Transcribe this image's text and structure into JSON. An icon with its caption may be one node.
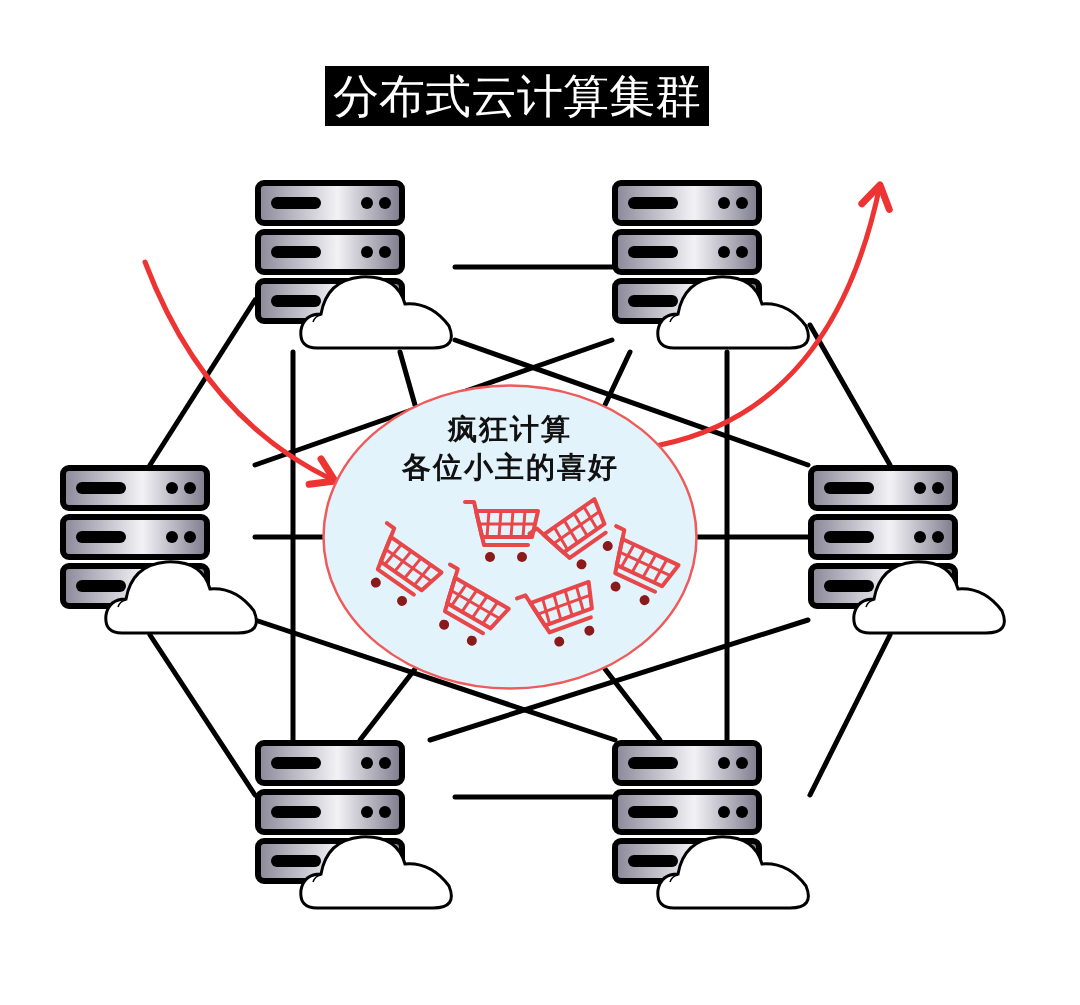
{
  "diagram": {
    "title": "分布式云计算集群",
    "nodes": [
      {
        "text": [],
        "shape": "picture"
      },
      {
        "text": [],
        "shape": "picture"
      },
      {
        "text": [],
        "shape": "picture"
      },
      {
        "text": [
          "疯狂计算",
          "各位小主的喜好"
        ]
      },
      {
        "text": [],
        "shape": "picture"
      },
      {
        "text": [],
        "shape": "picture"
      },
      {
        "text": [],
        "shape": "picture"
      }
    ],
    "edges": [
      {
        "from": 0,
        "to": 1,
        "arrow": "none"
      },
      {
        "from": 0,
        "to": 2,
        "arrow": "none"
      },
      {
        "from": 1,
        "to": 4,
        "arrow": "none"
      },
      {
        "from": 0,
        "to": 5,
        "arrow": "none"
      },
      {
        "from": 1,
        "to": 6,
        "arrow": "none"
      },
      {
        "from": 0,
        "to": 4,
        "arrow": "none"
      },
      {
        "from": 1,
        "to": 2,
        "arrow": "none"
      },
      {
        "from": 0,
        "to": 3,
        "arrow": "none"
      },
      {
        "from": 1,
        "to": 3,
        "arrow": "none"
      },
      {
        "from": 2,
        "to": 3,
        "arrow": "none"
      },
      {
        "from": 3,
        "to": 4,
        "arrow": "none"
      },
      {
        "from": 2,
        "to": 5,
        "arrow": "none"
      },
      {
        "from": 4,
        "to": 6,
        "arrow": "none"
      },
      {
        "from": 5,
        "to": 6,
        "arrow": "none"
      },
      {
        "from": 2,
        "to": 6,
        "arrow": "none"
      },
      {
        "from": 4,
        "to": 5,
        "arrow": "none"
      },
      {
        "from": 5,
        "to": 3,
        "arrow": "none"
      },
      {
        "from": 6,
        "to": 3,
        "arrow": "none"
      },
      {
        "from": null,
        "to": 3,
        "arrow": "to",
        "color": "#ee3333"
      },
      {
        "from": 3,
        "to": null,
        "arrow": "to",
        "color": "#ee3333"
      }
    ]
  }
}
